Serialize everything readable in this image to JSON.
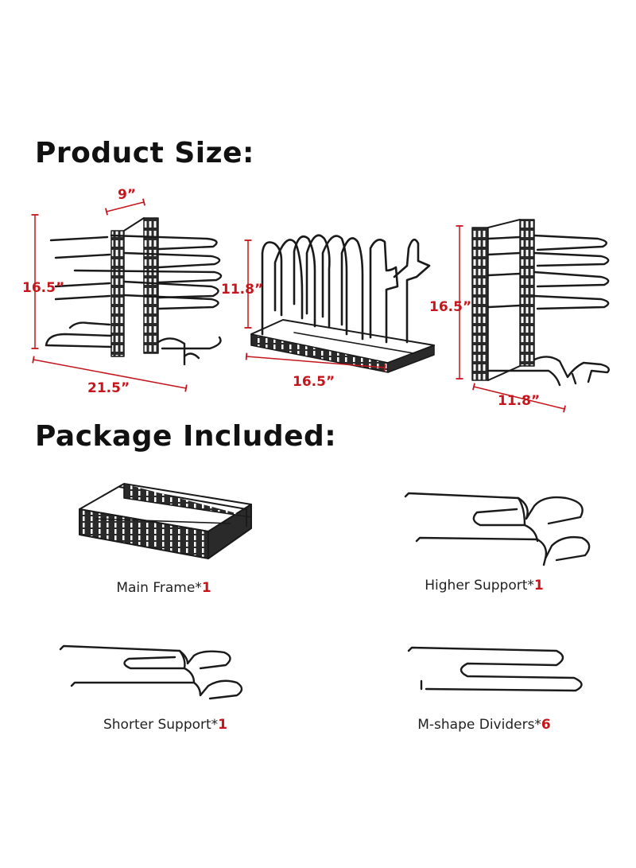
{
  "headings": {
    "product_size": "Product Size:",
    "package_included": "Package Included:"
  },
  "dimensions": {
    "width_front": "9”",
    "height_left": "16.5”",
    "length_bottom_left": "21.5”",
    "height_middle": "11.8”",
    "length_bottom_middle": "16.5”",
    "height_right": "16.5”",
    "width_bottom_right": "11.8”"
  },
  "package_items": [
    {
      "name": "Main Frame*",
      "qty": "1"
    },
    {
      "name": "Higher Support*",
      "qty": "1"
    },
    {
      "name": "Shorter Support*",
      "qty": "1"
    },
    {
      "name": "M-shape Dividers*",
      "qty": "6"
    }
  ],
  "colors": {
    "dimension": "#c4161c",
    "product": "#1a1a1a"
  }
}
